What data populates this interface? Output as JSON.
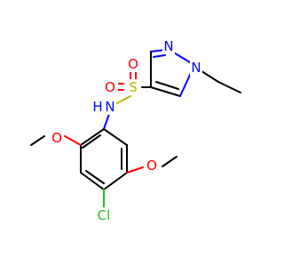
{
  "atoms": {
    "n1_label": "N",
    "n2_label": "N",
    "nh_label": "N",
    "h_label": "H",
    "s_label": "S",
    "o1_label": "O",
    "o2_label": "O",
    "o3_label": "O",
    "o4_label": "O",
    "cl_label": "Cl"
  },
  "colors": {
    "carbon_bond": "#000000",
    "nitrogen": "#0000ff",
    "oxygen": "#ff0000",
    "sulfur": "#b8b800",
    "chlorine": "#22bb22"
  }
}
